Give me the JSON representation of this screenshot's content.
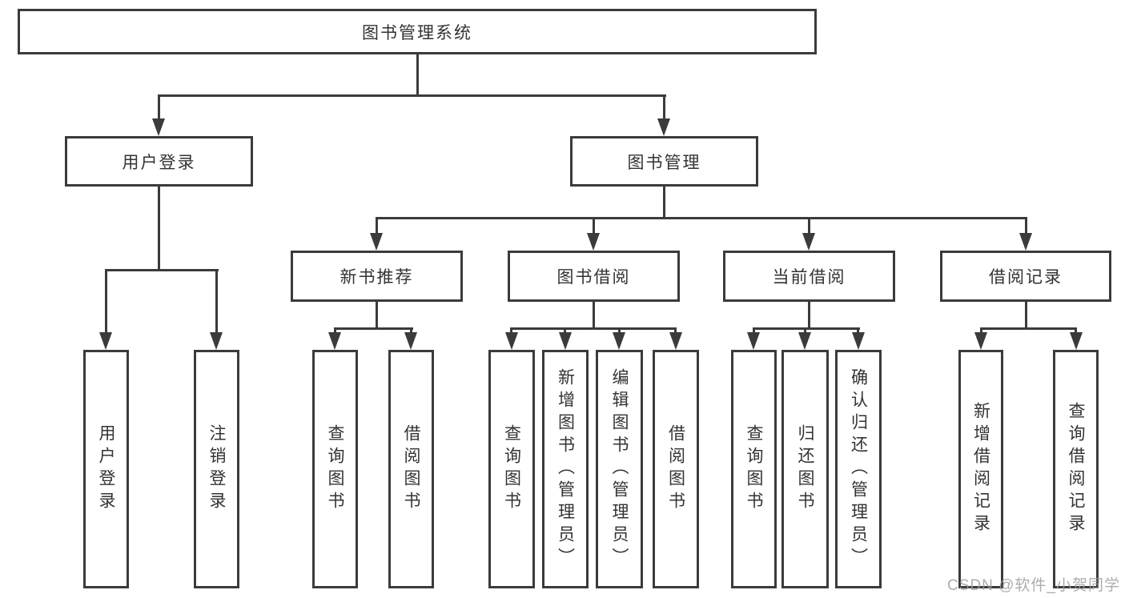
{
  "colors": {
    "line": "#3b3b3b",
    "box_border": "#3b3b3b",
    "text": "#333333",
    "background": "#ffffff",
    "watermark": "#9e9e9e"
  },
  "tree": {
    "label": "图书管理系统",
    "children": [
      {
        "label": "用户登录",
        "children": [
          {
            "label": "用户登录"
          },
          {
            "label": "注销登录"
          }
        ]
      },
      {
        "label": "图书管理",
        "children": [
          {
            "label": "新书推荐",
            "children": [
              {
                "label": "查询图书"
              },
              {
                "label": "借阅图书"
              }
            ]
          },
          {
            "label": "图书借阅",
            "children": [
              {
                "label": "查询图书"
              },
              {
                "label": "新增图书（管理员）"
              },
              {
                "label": "编辑图书（管理员）"
              },
              {
                "label": "借阅图书"
              }
            ]
          },
          {
            "label": "当前借阅",
            "children": [
              {
                "label": "查询图书"
              },
              {
                "label": "归还图书"
              },
              {
                "label": "确认归还（管理员）"
              }
            ]
          },
          {
            "label": "借阅记录",
            "children": [
              {
                "label": "新增借阅记录"
              },
              {
                "label": "查询借阅记录"
              }
            ]
          }
        ]
      }
    ]
  },
  "watermark": {
    "text": "CSDN @软件_小贺同学"
  }
}
